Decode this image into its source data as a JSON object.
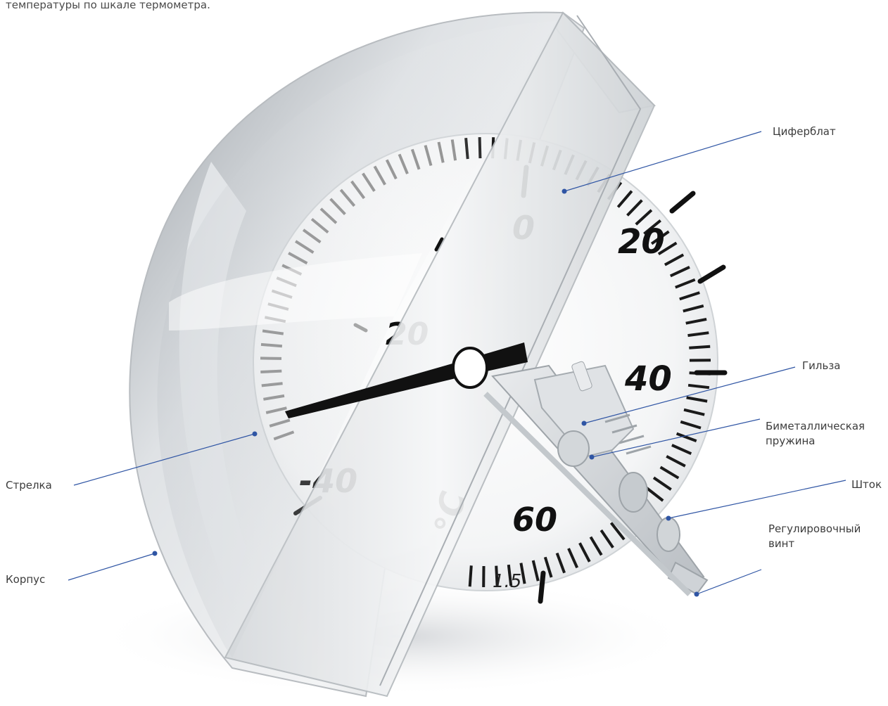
{
  "caption": "температуры по шкале термометра.",
  "dial": {
    "numbers": [
      "0",
      "20",
      "20",
      "40",
      "-40",
      "60"
    ],
    "unit": "°C",
    "accuracy_class": "1.5"
  },
  "labels": {
    "dial_face": "Циферблат",
    "sleeve": "Гильза",
    "bimetal_line1": "Биметаллическая",
    "bimetal_line2": "пружина",
    "stem": "Шток",
    "adjust_line1": "Регулировочный",
    "adjust_line2": "винт",
    "pointer": "Стрелка",
    "housing": "Корпус"
  },
  "colors": {
    "leader": "#2f55a4",
    "text": "#3c3c3c"
  }
}
